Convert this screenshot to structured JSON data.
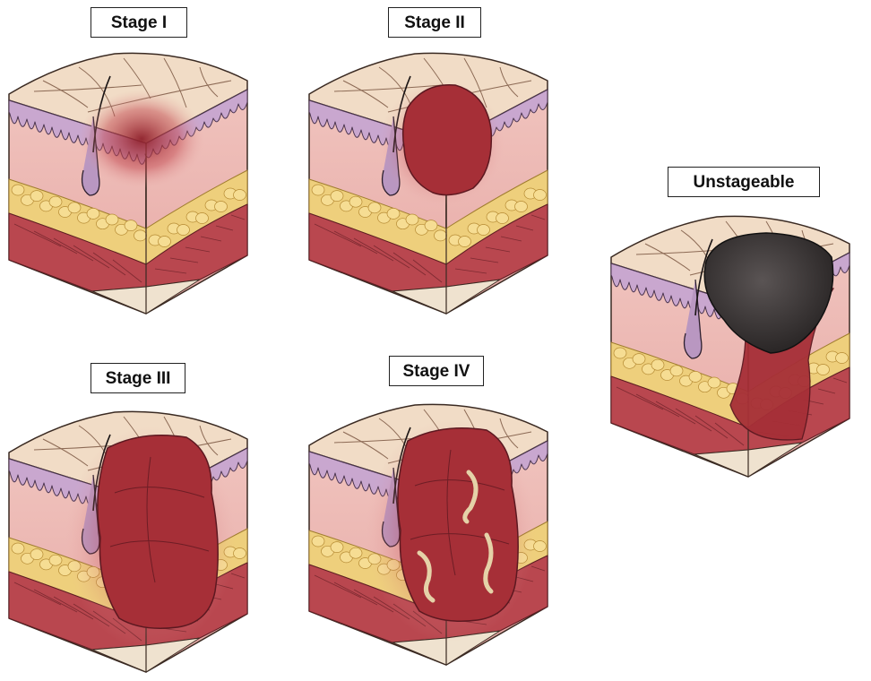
{
  "stages": [
    {
      "label": "Stage I"
    },
    {
      "label": "Stage II"
    },
    {
      "label": "Stage III"
    },
    {
      "label": "Stage IV"
    },
    {
      "label": "Unstageable"
    }
  ],
  "colors": {
    "skin_surface": "#f1dcc6",
    "epidermis": "#c9a7cf",
    "dermis": "#e7a9a6",
    "fat": "#eecf7c",
    "muscle": "#b9474f",
    "bone": "#efe2cf",
    "wound": "#a62f37",
    "eschar": "#2a2626",
    "slough": "#e5d2a8"
  }
}
